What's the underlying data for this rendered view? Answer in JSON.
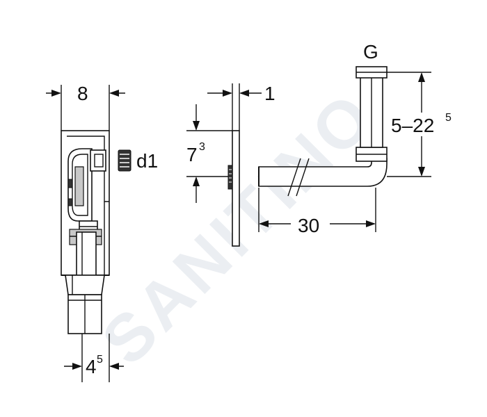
{
  "watermark": {
    "text": "SANITINO"
  },
  "dimensions": {
    "width_label": "8",
    "bottom_label": "4",
    "bottom_label_sup": "5",
    "connector_label": "d1",
    "plate_thickness_label": "1",
    "offset_label": "7",
    "offset_label_sup": "3",
    "length_label": "30",
    "thread_label": "G",
    "height_range_label": "5–22",
    "height_range_sup": "5"
  }
}
